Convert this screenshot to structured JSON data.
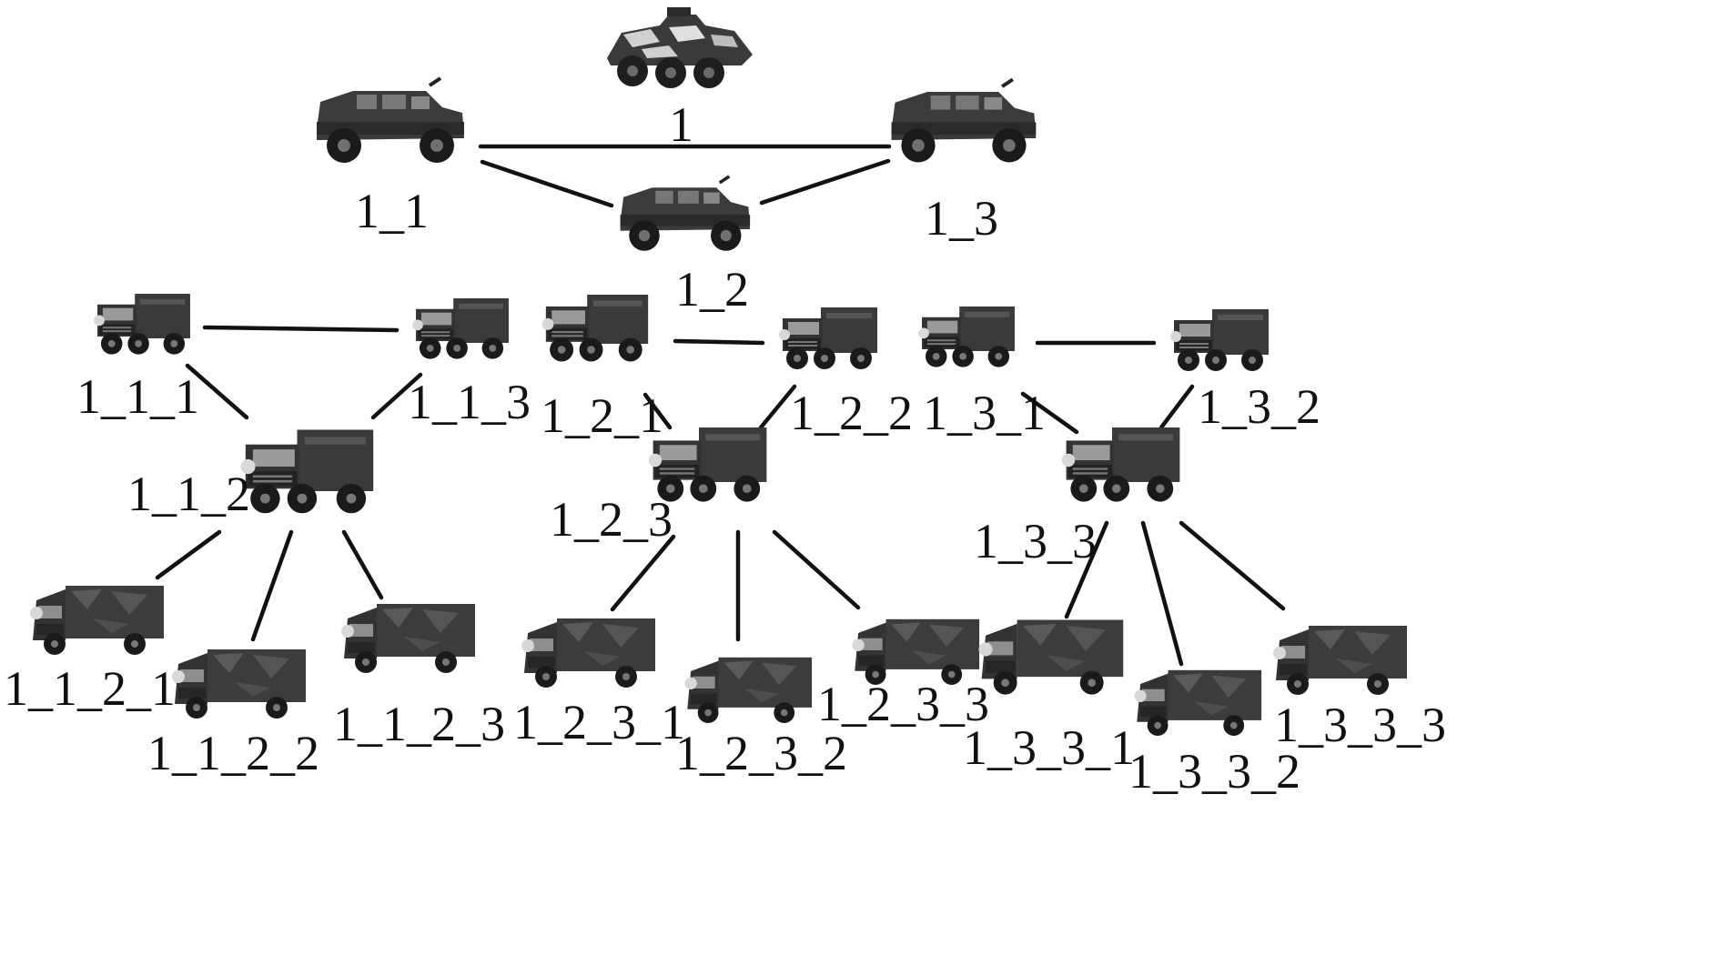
{
  "colors": {
    "ink": "#111111",
    "vehicle_dark": "#2b2b2b",
    "vehicle_mid": "#4a4a4a",
    "vehicle_light": "#8a8a8a",
    "glass": "#bdbdbd",
    "camo_light": "#cfcfcf"
  },
  "icons": {
    "armored_carrier": "armored-personnel-carrier-icon",
    "humvee": "humvee-icon",
    "cab_truck": "military-cab-truck-icon",
    "box_truck": "camouflage-box-truck-icon"
  },
  "nodes": {
    "n1": {
      "label": "1"
    },
    "n1_1": {
      "label": "1_1"
    },
    "n1_2": {
      "label": "1_2"
    },
    "n1_3": {
      "label": "1_3"
    },
    "n1_1_1": {
      "label": "1_1_1"
    },
    "n1_1_2": {
      "label": "1_1_2"
    },
    "n1_1_3": {
      "label": "1_1_3"
    },
    "n1_2_1": {
      "label": "1_2_1"
    },
    "n1_2_2": {
      "label": "1_2_2"
    },
    "n1_2_3": {
      "label": "1_2_3"
    },
    "n1_3_1": {
      "label": "1_3_1"
    },
    "n1_3_2": {
      "label": "1_3_2"
    },
    "n1_3_3": {
      "label": "1_3_3"
    },
    "n1_1_2_1": {
      "label": "1_1_2_1"
    },
    "n1_1_2_2": {
      "label": "1_1_2_2"
    },
    "n1_1_2_3": {
      "label": "1_1_2_3"
    },
    "n1_2_3_1": {
      "label": "1_2_3_1"
    },
    "n1_2_3_2": {
      "label": "1_2_3_2"
    },
    "n1_2_3_3": {
      "label": "1_2_3_3"
    },
    "n1_3_3_1": {
      "label": "1_3_3_1"
    },
    "n1_3_3_2": {
      "label": "1_3_3_2"
    },
    "n1_3_3_3": {
      "label": "1_3_3_3"
    }
  },
  "links": [
    [
      "n1_1",
      "n1_3"
    ],
    [
      "n1_1",
      "n1_2"
    ],
    [
      "n1_2",
      "n1_3"
    ],
    [
      "n1_1_1",
      "n1_1_3"
    ],
    [
      "n1_1_1",
      "n1_1_2"
    ],
    [
      "n1_1_3",
      "n1_1_2"
    ],
    [
      "n1_2_1",
      "n1_2_2"
    ],
    [
      "n1_2_1",
      "n1_2_3"
    ],
    [
      "n1_2_2",
      "n1_2_3"
    ],
    [
      "n1_3_1",
      "n1_3_2"
    ],
    [
      "n1_3_1",
      "n1_3_3"
    ],
    [
      "n1_3_2",
      "n1_3_3"
    ],
    [
      "n1_1_2",
      "n1_1_2_1"
    ],
    [
      "n1_1_2",
      "n1_1_2_2"
    ],
    [
      "n1_1_2",
      "n1_1_2_3"
    ],
    [
      "n1_2_3",
      "n1_2_3_1"
    ],
    [
      "n1_2_3",
      "n1_2_3_2"
    ],
    [
      "n1_2_3",
      "n1_2_3_3"
    ],
    [
      "n1_3_3",
      "n1_3_3_1"
    ],
    [
      "n1_3_3",
      "n1_3_3_2"
    ],
    [
      "n1_3_3",
      "n1_3_3_3"
    ]
  ]
}
